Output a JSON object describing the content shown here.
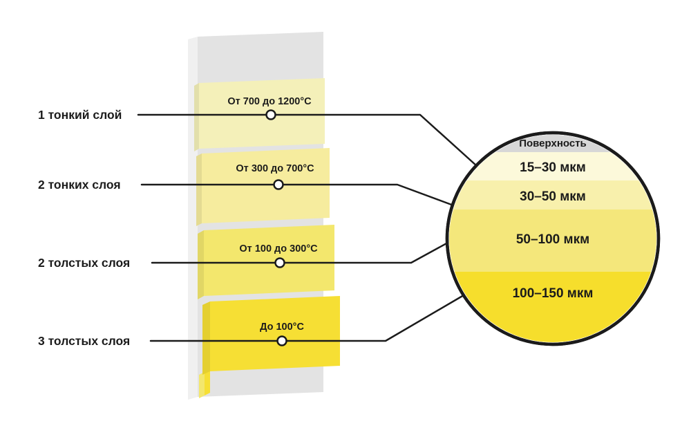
{
  "colors": {
    "background": "#ffffff",
    "line": "#1b1b1b",
    "text": "#1b1b1b",
    "wall_front": "#e3e3e3",
    "wall_side": "#f0f0f0"
  },
  "left_labels": [
    {
      "label": "1 тонкий слой"
    },
    {
      "label": "2 тонких слоя"
    },
    {
      "label": "2 толстых слоя"
    },
    {
      "label": "3 толстых слоя"
    }
  ],
  "layers": [
    {
      "temperature": "От 700 до 1200°C",
      "color": "#f4f0b9"
    },
    {
      "temperature": "От 300 до 700°C",
      "color": "#f6ec9e"
    },
    {
      "temperature": "От 100 до 300°C",
      "color": "#f3e76d"
    },
    {
      "temperature": "До 100°C",
      "color": "#f6df34"
    }
  ],
  "magnifier": {
    "surface": {
      "label": "Поверхность",
      "color": "#d7d7d7"
    },
    "bands": [
      {
        "label": "15–30 мкм",
        "color": "#fcf9da"
      },
      {
        "label": "30–50 мкм",
        "color": "#f8f0ac"
      },
      {
        "label": "50–100 мкм",
        "color": "#f4e77b"
      },
      {
        "label": "100–150 мкм",
        "color": "#f6de2c"
      }
    ]
  }
}
